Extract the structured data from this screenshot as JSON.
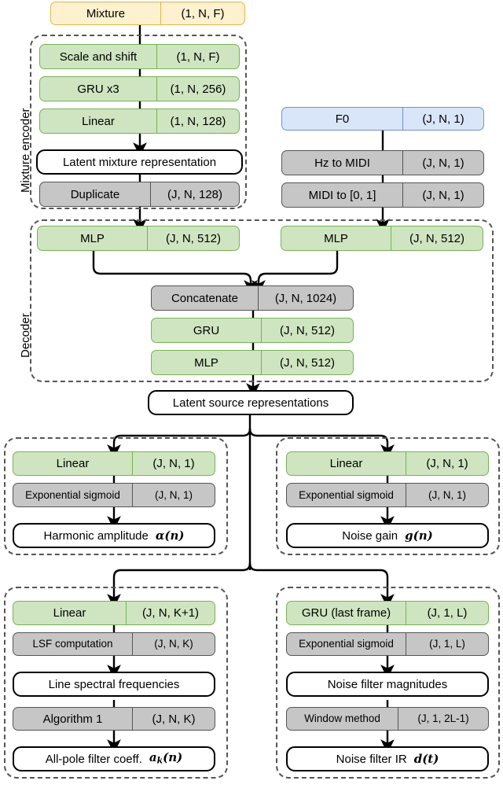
{
  "diagram": {
    "title": "Neural source separation / synthesis architecture block diagram",
    "colors": {
      "input_mixture_fill": "#fdf1cf",
      "input_mixture_border": "#e3b646",
      "input_f0_fill": "#d9e5f8",
      "input_f0_border": "#6f93cc",
      "learned_fill": "#cfe5c1",
      "learned_border": "#77b255",
      "deterministic_fill": "#c6c6c6",
      "deterministic_border": "#555555",
      "output_fill": "#ffffff",
      "output_border": "#000000",
      "group_border": "#555555"
    },
    "groups": [
      {
        "id": "mixture-encoder",
        "label": "Mixture encoder"
      },
      {
        "id": "decoder",
        "label": "Decoder"
      },
      {
        "id": "harmonic-amplitude-group",
        "label": ""
      },
      {
        "id": "noise-gain-group",
        "label": ""
      },
      {
        "id": "all-pole-filter-group",
        "label": ""
      },
      {
        "id": "noise-filter-group",
        "label": ""
      }
    ],
    "nodes": {
      "mixture": {
        "name": "Mixture",
        "shape": "(1, N, F)"
      },
      "scale_and_shift": {
        "name": "Scale and shift",
        "shape": "(1, N, F)"
      },
      "gru_x3": {
        "name": "GRU x3",
        "shape": "(1, N, 256)"
      },
      "linear_enc": {
        "name": "Linear",
        "shape": "(1, N, 128)"
      },
      "latent_mixture": {
        "name": "Latent mixture representation",
        "shape": ""
      },
      "duplicate": {
        "name": "Duplicate",
        "shape": "(J, N, 128)"
      },
      "f0": {
        "name": "F0",
        "shape": "(J, N, 1)"
      },
      "hz_to_midi": {
        "name": "Hz to MIDI",
        "shape": "(J, N, 1)"
      },
      "midi_to_01": {
        "name": "MIDI to [0, 1]",
        "shape": "(J, N, 1)"
      },
      "mlp_left": {
        "name": "MLP",
        "shape": "(J, N, 512)"
      },
      "mlp_right": {
        "name": "MLP",
        "shape": "(J, N, 512)"
      },
      "concatenate": {
        "name": "Concatenate",
        "shape": "(J, N, 1024)"
      },
      "gru_dec": {
        "name": "GRU",
        "shape": "(J, N, 512)"
      },
      "mlp_dec": {
        "name": "MLP",
        "shape": "(J, N, 512)"
      },
      "latent_source": {
        "name": "Latent source representations",
        "shape": ""
      },
      "linear_harm": {
        "name": "Linear",
        "shape": "(J, N, 1)"
      },
      "expsig_harm": {
        "name": "Exponential sigmoid",
        "shape": "(J, N, 1)"
      },
      "harmonic_amplitude": {
        "name": "Harmonic amplitude",
        "symbol": "α(n)"
      },
      "linear_noise": {
        "name": "Linear",
        "shape": "(J, N, 1)"
      },
      "expsig_noise": {
        "name": "Exponential sigmoid",
        "shape": "(J, N, 1)"
      },
      "noise_gain": {
        "name": "Noise gain",
        "symbol": "g(n)"
      },
      "linear_lsf": {
        "name": "Linear",
        "shape": "(J, N, K+1)"
      },
      "lsf_computation": {
        "name": "LSF computation",
        "shape": "(J, N, K)"
      },
      "line_spectral_freq": {
        "name": "Line spectral frequencies",
        "shape": ""
      },
      "algorithm_1": {
        "name": "Algorithm 1",
        "shape": "(J, N, K)"
      },
      "all_pole_coeff": {
        "name": "All-pole filter coeff.",
        "symbol": "a_k(n)"
      },
      "gru_last_frame": {
        "name": "GRU (last frame)",
        "shape": "(J, 1, L)"
      },
      "expsig_filter": {
        "name": "Exponential sigmoid",
        "shape": "(J, 1, L)"
      },
      "noise_filter_mag": {
        "name": "Noise filter magnitudes",
        "shape": ""
      },
      "window_method": {
        "name": "Window method",
        "shape": "(J, 1, 2L-1)"
      },
      "noise_filter_ir": {
        "name": "Noise filter IR",
        "symbol": "d(t)"
      }
    }
  }
}
